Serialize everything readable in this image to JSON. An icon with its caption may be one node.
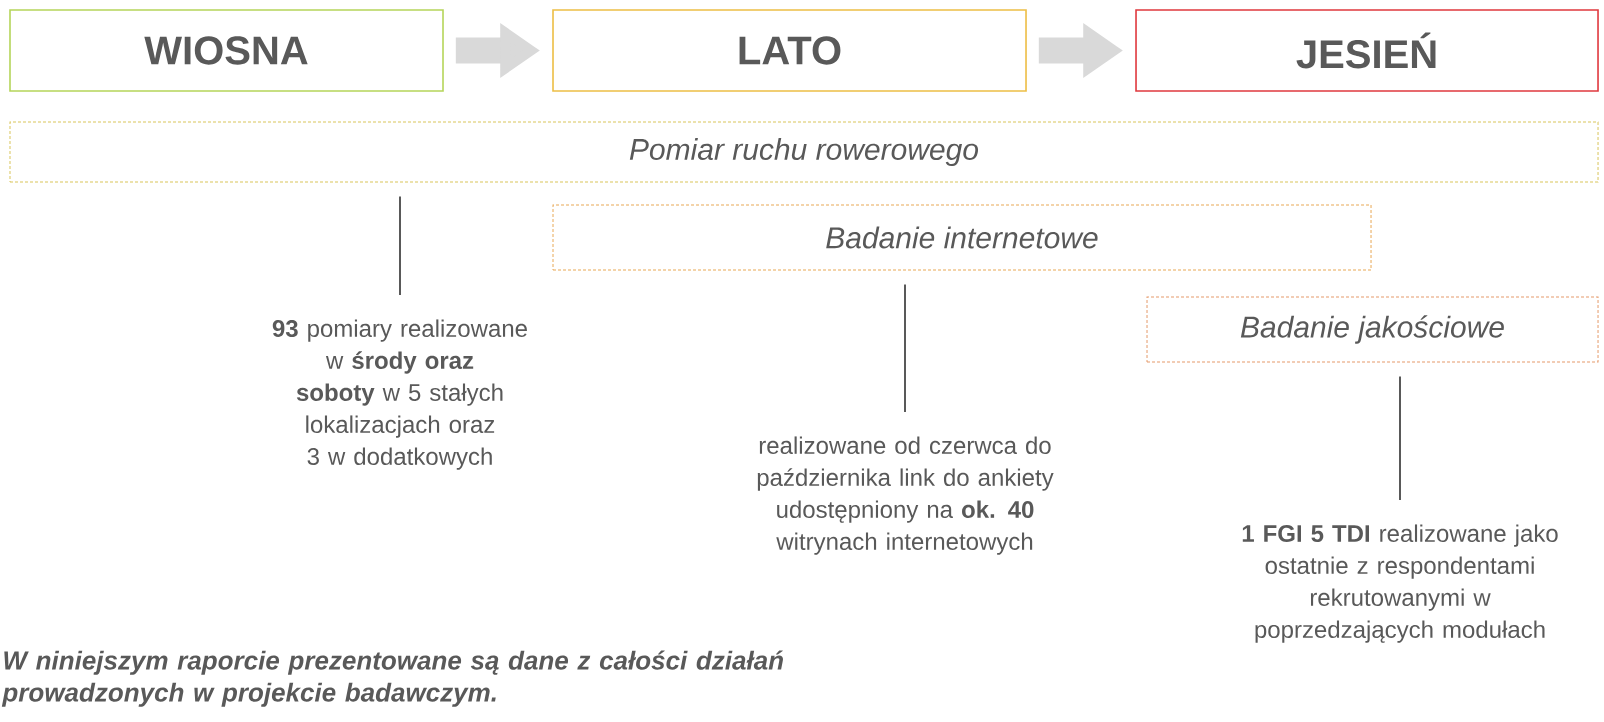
{
  "diagram": {
    "nodes": [
      {
        "text": [
          "WIOSNA"
        ]
      },
      {
        "text": [
          "LATO"
        ]
      },
      {
        "text": [
          "JESIEŃ"
        ]
      },
      {
        "text": [
          "Pomiar ruchu rowerowego"
        ]
      },
      {
        "text": [
          "Badanie internetowe"
        ]
      },
      {
        "text": [
          "Badanie jakościowe"
        ]
      },
      {
        "text": [
          "**93** pomiary realizowane w **środy oraz soboty** w 5 stałych lokalizacjach oraz 3 w dodatkowych"
        ]
      },
      {
        "text": [
          "realizowane od czerwca do października link do ankiety udostępniony na **ok. 40** witrynach internetowych"
        ]
      },
      {
        "text": [
          "**1 FGI** **5 TDI** realizowane jako ostatnie z respondentami rekrutowanymi w poprzedzających modułach"
        ]
      }
    ],
    "edges": [
      {
        "from": 0,
        "to": 1,
        "arrow": "to",
        "style": "thick",
        "color": "#d9d9d9"
      },
      {
        "from": 1,
        "to": 2,
        "arrow": "to",
        "style": "thick",
        "color": "#d9d9d9"
      },
      {
        "from": 3,
        "to": 6,
        "arrow": "none"
      },
      {
        "from": 4,
        "to": 7,
        "arrow": "none"
      },
      {
        "from": 5,
        "to": 8,
        "arrow": "none"
      }
    ],
    "labels": [
      "W niniejszym raporcie prezentowane są dane z całości działań prowadzonych w projekcie badawczym."
    ]
  }
}
